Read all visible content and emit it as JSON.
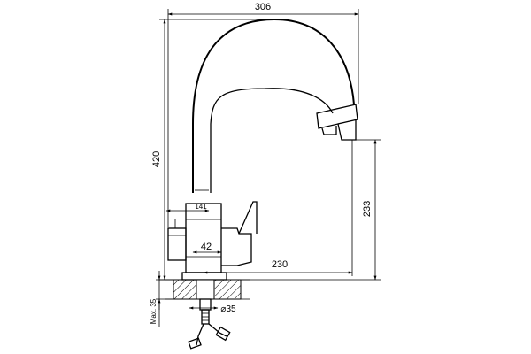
{
  "drawing": {
    "dimensions": {
      "total_width": "306",
      "total_height": "420",
      "spout_height": "233",
      "reach": "230",
      "dim_141": "141",
      "dim_42": "42",
      "hole_diameter": "⌀35",
      "max_thickness": "Max. 35"
    }
  }
}
